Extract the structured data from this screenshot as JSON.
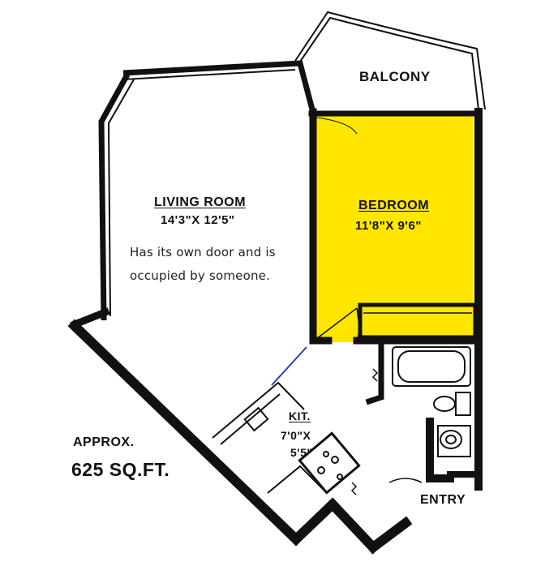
{
  "rooms": {
    "balcony": {
      "label": "BALCONY"
    },
    "living_room": {
      "label": "LIVING ROOM",
      "dimensions": "14'3\"X 12'5\""
    },
    "bedroom": {
      "label": "BEDROOM",
      "dimensions": "11'8\"X 9'6\"",
      "highlight_color": "#ffe600"
    },
    "kitchen": {
      "label": "KIT.",
      "dimensions_line1": "7'0\"X",
      "dimensions_line2": "5'5\""
    },
    "entry": {
      "label": "ENTRY"
    }
  },
  "annotation": {
    "line1": "Has its own door and is",
    "line2": "occupied by someone.",
    "door_line_color": "#1f3fbf"
  },
  "area": {
    "prefix": "APPROX.",
    "value": "625 SQ.FT."
  },
  "colors": {
    "wall": "#111111",
    "highlight": "#ffe600"
  }
}
